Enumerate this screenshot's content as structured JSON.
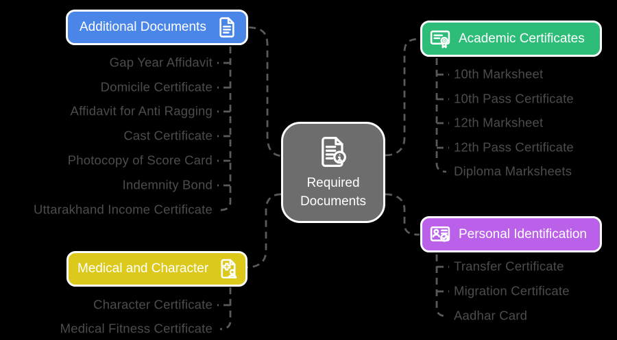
{
  "root": {
    "label": "Required Documents",
    "icon": "document-info-icon",
    "color": "#6d6d6d"
  },
  "branches": [
    {
      "label": "Additional Documents",
      "color": "#4a86e8",
      "icon": "file-text-icon",
      "items": [
        "Gap Year Affidavit",
        "Domicile Certificate",
        "Affidavit for Anti Ragging",
        "Cast Certificate",
        "Photocopy of Score Card",
        "Indemnity Bond",
        "Uttarakhand Income Certificate"
      ]
    },
    {
      "label": "Academic Certificates",
      "color": "#2ebd78",
      "icon": "certificate-icon",
      "items": [
        "10th Marksheet",
        "10th Pass Certificate",
        "12th Marksheet",
        "12th Pass Certificate",
        "Diploma Marksheets"
      ]
    },
    {
      "label": "Medical and Character",
      "color": "#dcc91c",
      "icon": "medical-document-person-icon",
      "items": [
        "Character Certificate",
        "Medical Fitness Certificate"
      ]
    },
    {
      "label": "Personal Identification",
      "color": "#bb60e8",
      "icon": "id-card-check-icon",
      "items": [
        "Transfer Certificate",
        "Migration Certificate",
        "Aadhar Card"
      ]
    }
  ],
  "colors": {
    "background": "#000000",
    "leaf_text": "#4c4c4c",
    "connector": "#5a5a5a",
    "node_text": "#ffffff",
    "node_border": "#ffffff"
  }
}
